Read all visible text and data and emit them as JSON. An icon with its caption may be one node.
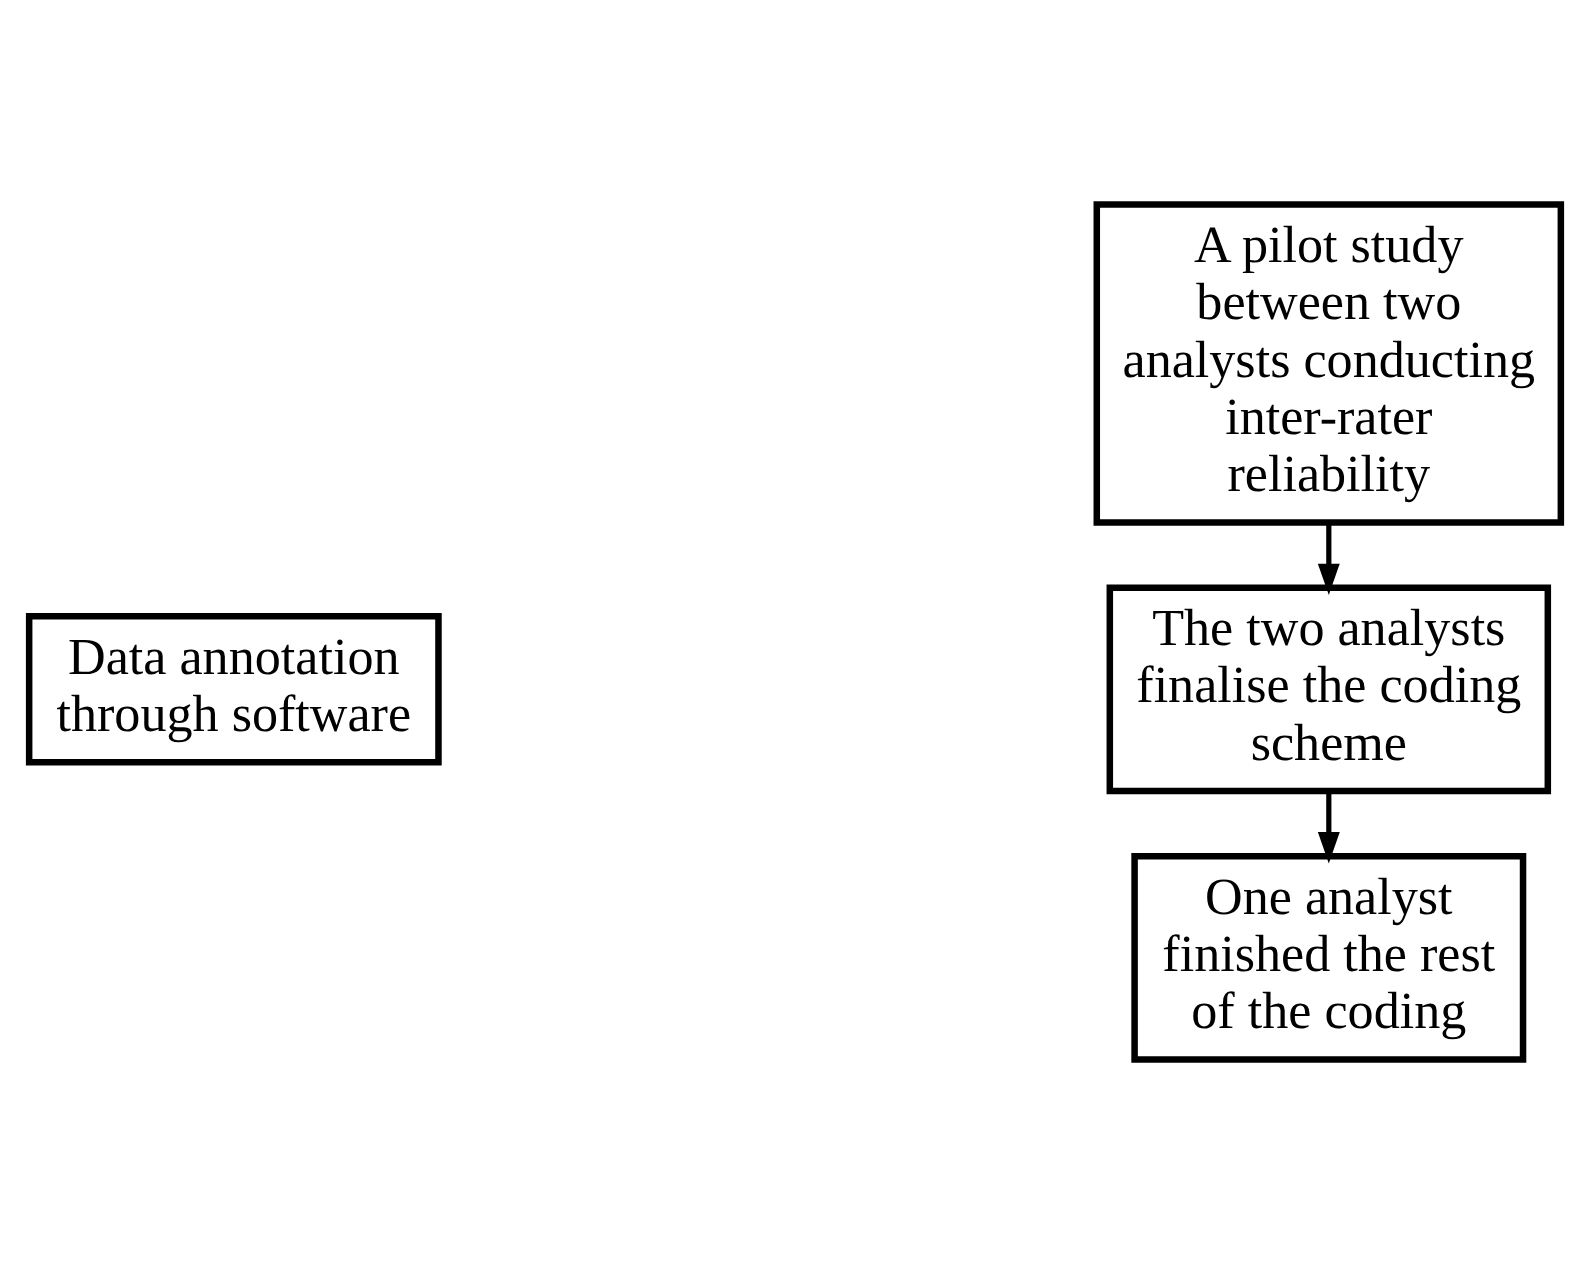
{
  "diagram": {
    "nodes": [
      {
        "text": [
          "Data annotation through software"
        ]
      },
      {
        "text": [
          "A pilot study between two analysts conducting inter-rater reliability"
        ]
      },
      {
        "text": [
          "The two analysts finalise the coding scheme"
        ]
      },
      {
        "text": [
          "One analyst finished the rest of the coding"
        ]
      }
    ],
    "edges": [
      {
        "from": 1,
        "to": 2,
        "arrow": "to"
      },
      {
        "from": 2,
        "to": 3,
        "arrow": "to"
      }
    ]
  }
}
